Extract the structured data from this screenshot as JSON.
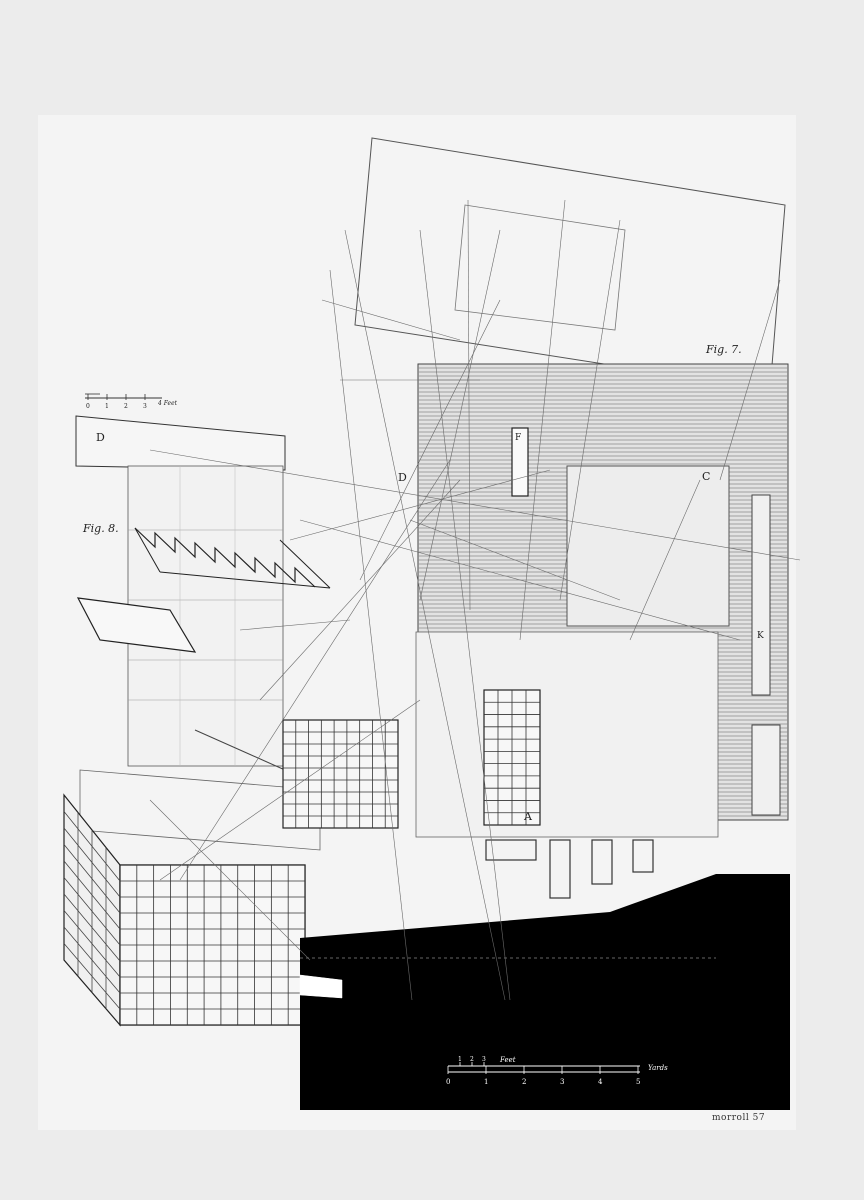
{
  "figures": {
    "fig7": "Fig. 7.",
    "fig8": "Fig. 8."
  },
  "labels": {
    "d_left": "D",
    "d_center": "D",
    "c": "C",
    "f": "F",
    "k": "K",
    "a": "A"
  },
  "scale_top": {
    "ticks": [
      "0",
      "1",
      "2",
      "3"
    ],
    "unit": "4 Feet"
  },
  "scale_bottom": {
    "upper_ticks": [
      "1",
      "2",
      "3"
    ],
    "upper_unit": "Feet",
    "lower_ticks": [
      "0",
      "1",
      "2",
      "3",
      "4",
      "5"
    ],
    "lower_unit": "Yards"
  },
  "signature": "morroll 57",
  "colors": {
    "paper": "#ececec",
    "sheet": "#f4f4f4",
    "ink": "#3a3a3a",
    "solid": "#000000"
  }
}
